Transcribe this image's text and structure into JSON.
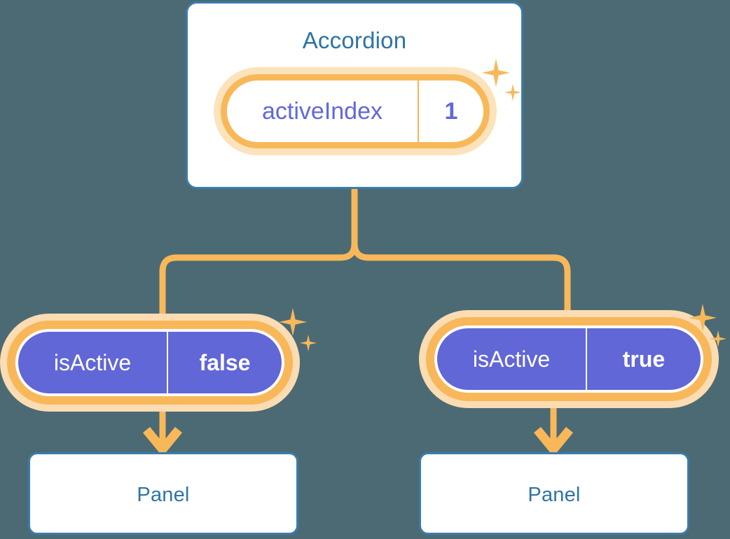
{
  "theme": {
    "background": "#4c6a73",
    "card_border": "#3a7cab",
    "card_fill": "#ffffff",
    "title_text": "#2e74a5",
    "pill_ring": "#f8b85a",
    "pill_halo": "#fbdcb3",
    "pill_fill_active": "#6167d6",
    "pill_text_indigo": "#6168d8",
    "pill_text_white": "#ffffff",
    "connector": "#f8b85a"
  },
  "tree": {
    "root": {
      "title": "Accordion",
      "prop": {
        "key": "activeIndex",
        "value": "1",
        "highlighted": true,
        "sparkle": {
          "big": "sparkle-icon",
          "small": "sparkle-icon"
        }
      }
    },
    "children": [
      {
        "prop": {
          "key": "isActive",
          "value": "false",
          "highlighted": true,
          "sparkle": {
            "big": "sparkle-icon",
            "small": "sparkle-icon"
          }
        },
        "arrow": "arrow-down-icon",
        "panel": {
          "title": "Panel"
        }
      },
      {
        "prop": {
          "key": "isActive",
          "value": "true",
          "highlighted": true,
          "sparkle": {
            "big": "sparkle-icon",
            "small": "sparkle-icon"
          }
        },
        "arrow": "arrow-down-icon",
        "panel": {
          "title": "Panel"
        }
      }
    ]
  }
}
